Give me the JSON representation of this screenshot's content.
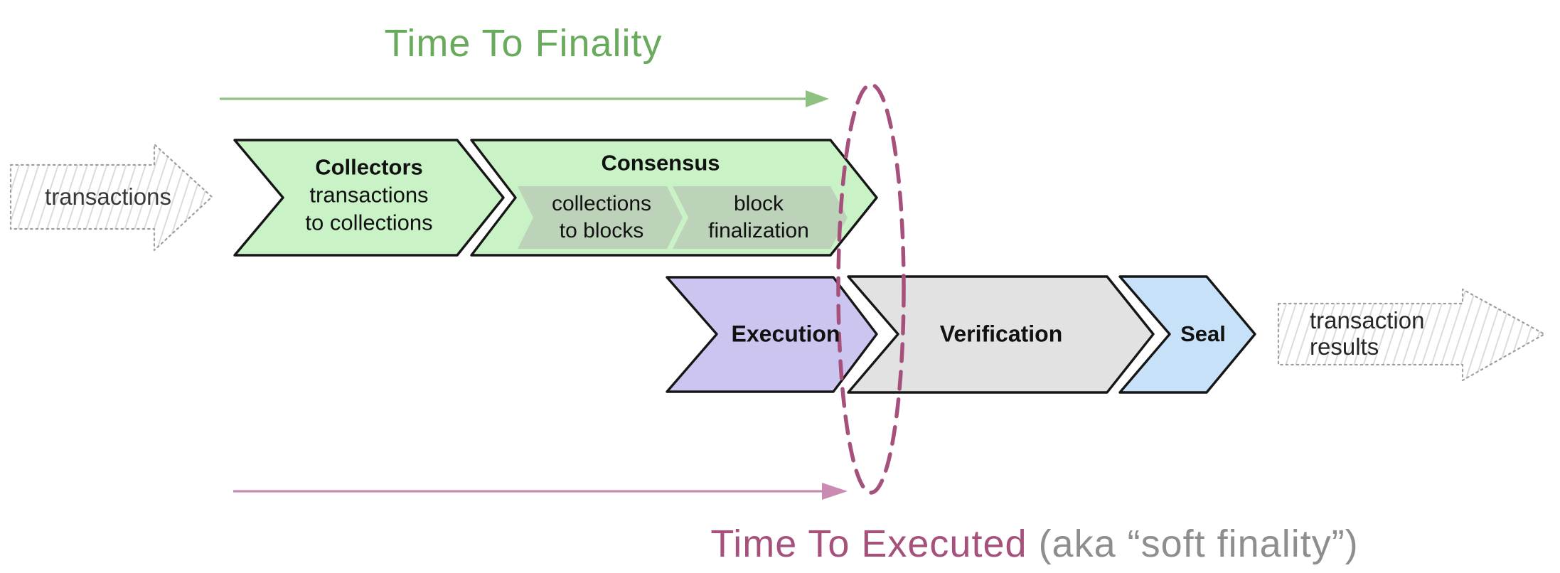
{
  "diagram": {
    "top_timeline": {
      "title": "Time To Finality"
    },
    "bottom_timeline": {
      "title": "Time To Executed",
      "subtitle": "(aka “soft finality”)"
    },
    "input_arrow": {
      "label": "transactions"
    },
    "output_arrow": {
      "line1": "transaction",
      "line2": "results"
    },
    "stages": {
      "collectors": {
        "title": "Collectors",
        "line1": "transactions",
        "line2": "to collections"
      },
      "consensus": {
        "title": "Consensus",
        "substage1": {
          "line1": "collections",
          "line2": "to blocks"
        },
        "substage2": {
          "line1": "block",
          "line2": "finalization"
        }
      },
      "execution": {
        "title": "Execution"
      },
      "verification": {
        "title": "Verification"
      },
      "seal": {
        "title": "Seal"
      }
    },
    "colors": {
      "timeline_green_text": "#69aa5d",
      "timeline_green_arrow": "#8fc280",
      "stage_green": "#c9f3c6",
      "substage_green": "#bdd3b9",
      "execution_purple": "#ccc5f0",
      "verification_gray": "#e2e2e2",
      "seal_blue": "#c7e2f8",
      "soft_finality_rose": "#a5517c",
      "timeline_pink_arrow": "#c98bb1",
      "caption_gray": "#8e8e8e",
      "sketch_border_gray": "#9e9e9e",
      "label_black": "#111111"
    }
  }
}
